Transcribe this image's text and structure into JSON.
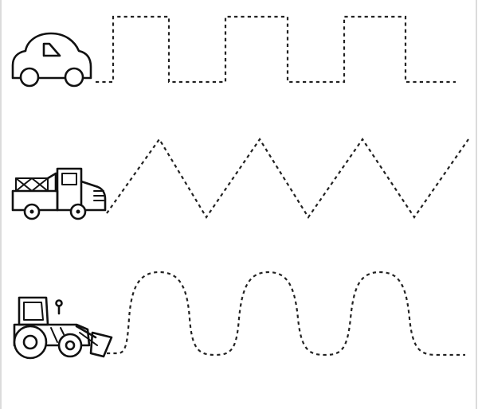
{
  "worksheet": {
    "rows": [
      {
        "vehicle": "car-icon",
        "trace_pattern": "square-wave"
      },
      {
        "vehicle": "tow-truck-icon",
        "trace_pattern": "zigzag"
      },
      {
        "vehicle": "tractor-loader-icon",
        "trace_pattern": "wave"
      }
    ],
    "line_style": "dashed",
    "ink_color": "#111111",
    "background_color": "#ffffff"
  }
}
